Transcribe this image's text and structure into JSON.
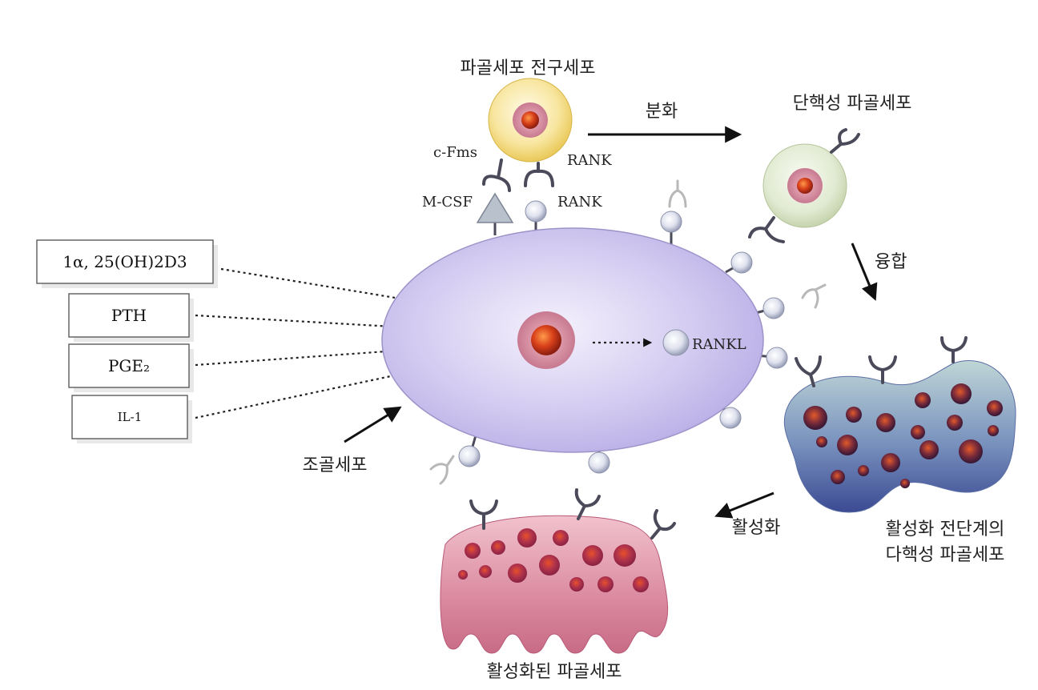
{
  "labels": {
    "precursor": "파골세포 전구세포",
    "differentiation": "분화",
    "mononuclear": "단핵성 파골세포",
    "c_fms": "c-Fms",
    "rank_upper": "RANK",
    "rank_lower": "RANK",
    "m_csf": "M-CSF",
    "fusion": "융합",
    "rankl": "RANKL",
    "osteoblast": "조골세포",
    "pre_active_line1": "활성화 전단계의",
    "pre_active_line2": "다핵성 파골세포",
    "activation": "활성화",
    "activated_osteoclast": "활성화된 파골세포"
  },
  "factors": [
    {
      "label": "1α, 25(OH)2D3"
    },
    {
      "label": "PTH"
    },
    {
      "label": "PGE₂"
    },
    {
      "label": "IL-1"
    }
  ],
  "colors": {
    "osteoblast": "#c9c1ec",
    "precursor": "#f4dc7a",
    "mononuclear": "#dfe9cf",
    "pre_active": "#6d84b4",
    "activated": "#d9869c",
    "nucleus": "#d2401c"
  }
}
